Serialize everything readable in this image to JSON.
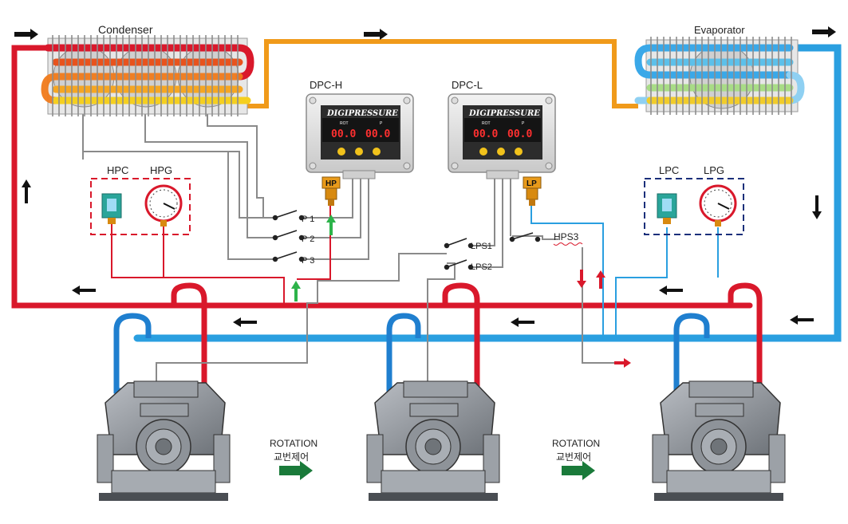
{
  "labels": {
    "condenser": "Condenser",
    "evaporator": "Evaporator",
    "dpc_h": "DPC-H",
    "dpc_l": "DPC-L",
    "hpc": "HPC",
    "hpg": "HPG",
    "lpc": "LPC",
    "lpg": "LPG",
    "hp": "HP",
    "lp": "LP",
    "p1": "P 1",
    "p2": "P 2",
    "p3": "P 3",
    "lps1": "LPS1",
    "lps2": "LPS2",
    "hps3": "HPS3",
    "rotation_1": "ROTATION",
    "rotation_1_kr": "교번제어",
    "rotation_2": "ROTATION",
    "rotation_2_kr": "교번제어"
  },
  "controller": {
    "brand": "DIGIPRESSURE",
    "rot_label": "ROT",
    "p_label": "P",
    "display_left": "00.0",
    "display_right": "00.0"
  },
  "colors": {
    "high_pressure": "#d9182b",
    "low_pressure": "#2a9fe0",
    "liquid_line": "#f09a1a",
    "signal_wire": "#888888",
    "flow_arrow_up": "#2db34a",
    "rotation_arrow": "#1a7a3a"
  }
}
